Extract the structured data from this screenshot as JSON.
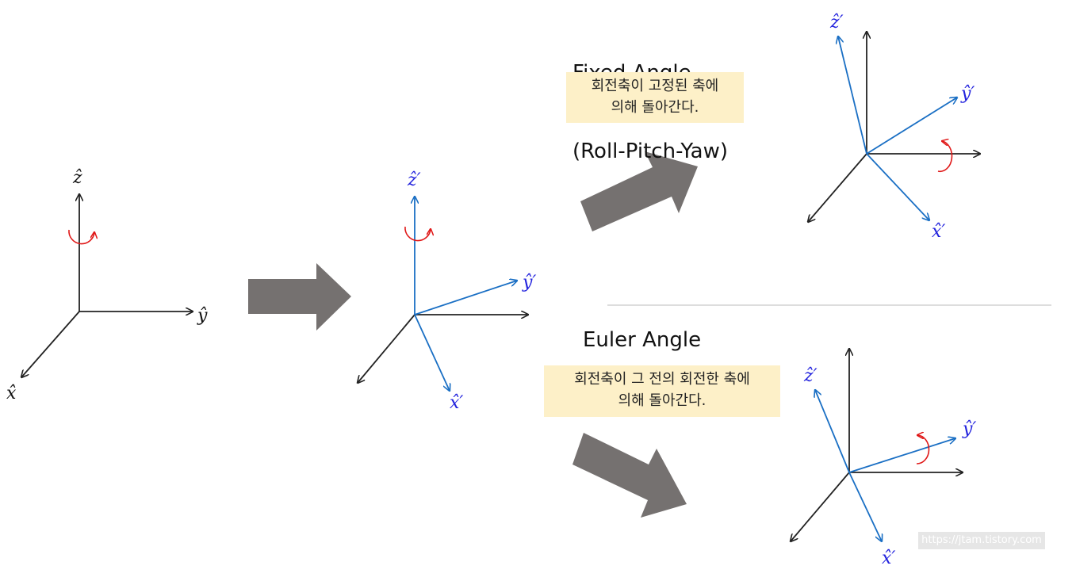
{
  "sections": {
    "fixed": {
      "title_line1": "Fixed Angle",
      "title_line2": "(Roll-Pitch-Yaw)",
      "note_line1": "회전축이 고정된 축에",
      "note_line2": "의해 돌아간다."
    },
    "euler": {
      "title": "Euler Angle",
      "note_line1": "회전축이 그 전의 회전한 축에",
      "note_line2": "의해 돌아간다."
    }
  },
  "axis_labels": {
    "z": "ẑ",
    "y": "ŷ",
    "x": "x̂",
    "z_prime": "ẑ′",
    "y_prime": "ŷ′",
    "x_prime": "x̂′"
  },
  "watermark": "https://jtam.tistory.com",
  "colors": {
    "axis": "#222222",
    "rotated_axis": "#1a6fc4",
    "label_blue": "#2222dd",
    "rotation_arrow": "#e01818",
    "big_arrow": "#757170",
    "note_bg": "#fdf0c8",
    "divider": "#bbbbbb"
  }
}
